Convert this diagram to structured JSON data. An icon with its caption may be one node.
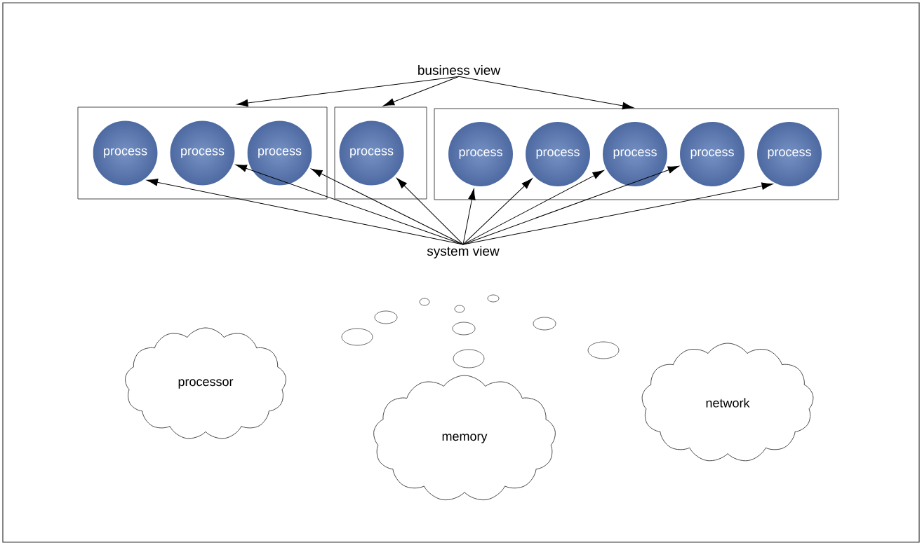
{
  "diagram": {
    "nodes": [
      {
        "text": [
          "business view"
        ]
      },
      {
        "text": [],
        "shape": "box"
      },
      {
        "text": [
          "process"
        ],
        "in": 1
      },
      {
        "text": [
          "process"
        ],
        "in": 1
      },
      {
        "text": [
          "process"
        ],
        "in": 1
      },
      {
        "text": [],
        "shape": "box"
      },
      {
        "text": [
          "process"
        ],
        "in": 5
      },
      {
        "text": [],
        "shape": "box"
      },
      {
        "text": [
          "process"
        ],
        "in": 7
      },
      {
        "text": [
          "process"
        ],
        "in": 7
      },
      {
        "text": [
          "process"
        ],
        "in": 7
      },
      {
        "text": [
          "process"
        ],
        "in": 7
      },
      {
        "text": [
          "process"
        ],
        "in": 7
      },
      {
        "text": [
          "system view"
        ]
      },
      {
        "text": [
          "processor"
        ]
      },
      {
        "text": [
          "memory"
        ]
      },
      {
        "text": [
          "network"
        ]
      }
    ],
    "edges": [
      {
        "from": 0,
        "to": 1,
        "arrow": "to"
      },
      {
        "from": 0,
        "to": 5,
        "arrow": "to"
      },
      {
        "from": 0,
        "to": 7,
        "arrow": "to"
      },
      {
        "from": 13,
        "to": 2,
        "arrow": "to"
      },
      {
        "from": 13,
        "to": 3,
        "arrow": "to"
      },
      {
        "from": 13,
        "to": 4,
        "arrow": "to"
      },
      {
        "from": 13,
        "to": 6,
        "arrow": "to"
      },
      {
        "from": 13,
        "to": 8,
        "arrow": "to"
      },
      {
        "from": 13,
        "to": 9,
        "arrow": "to"
      },
      {
        "from": 13,
        "to": 10,
        "arrow": "to"
      },
      {
        "from": 13,
        "to": 11,
        "arrow": "to"
      },
      {
        "from": 13,
        "to": 12,
        "arrow": "to"
      }
    ]
  }
}
